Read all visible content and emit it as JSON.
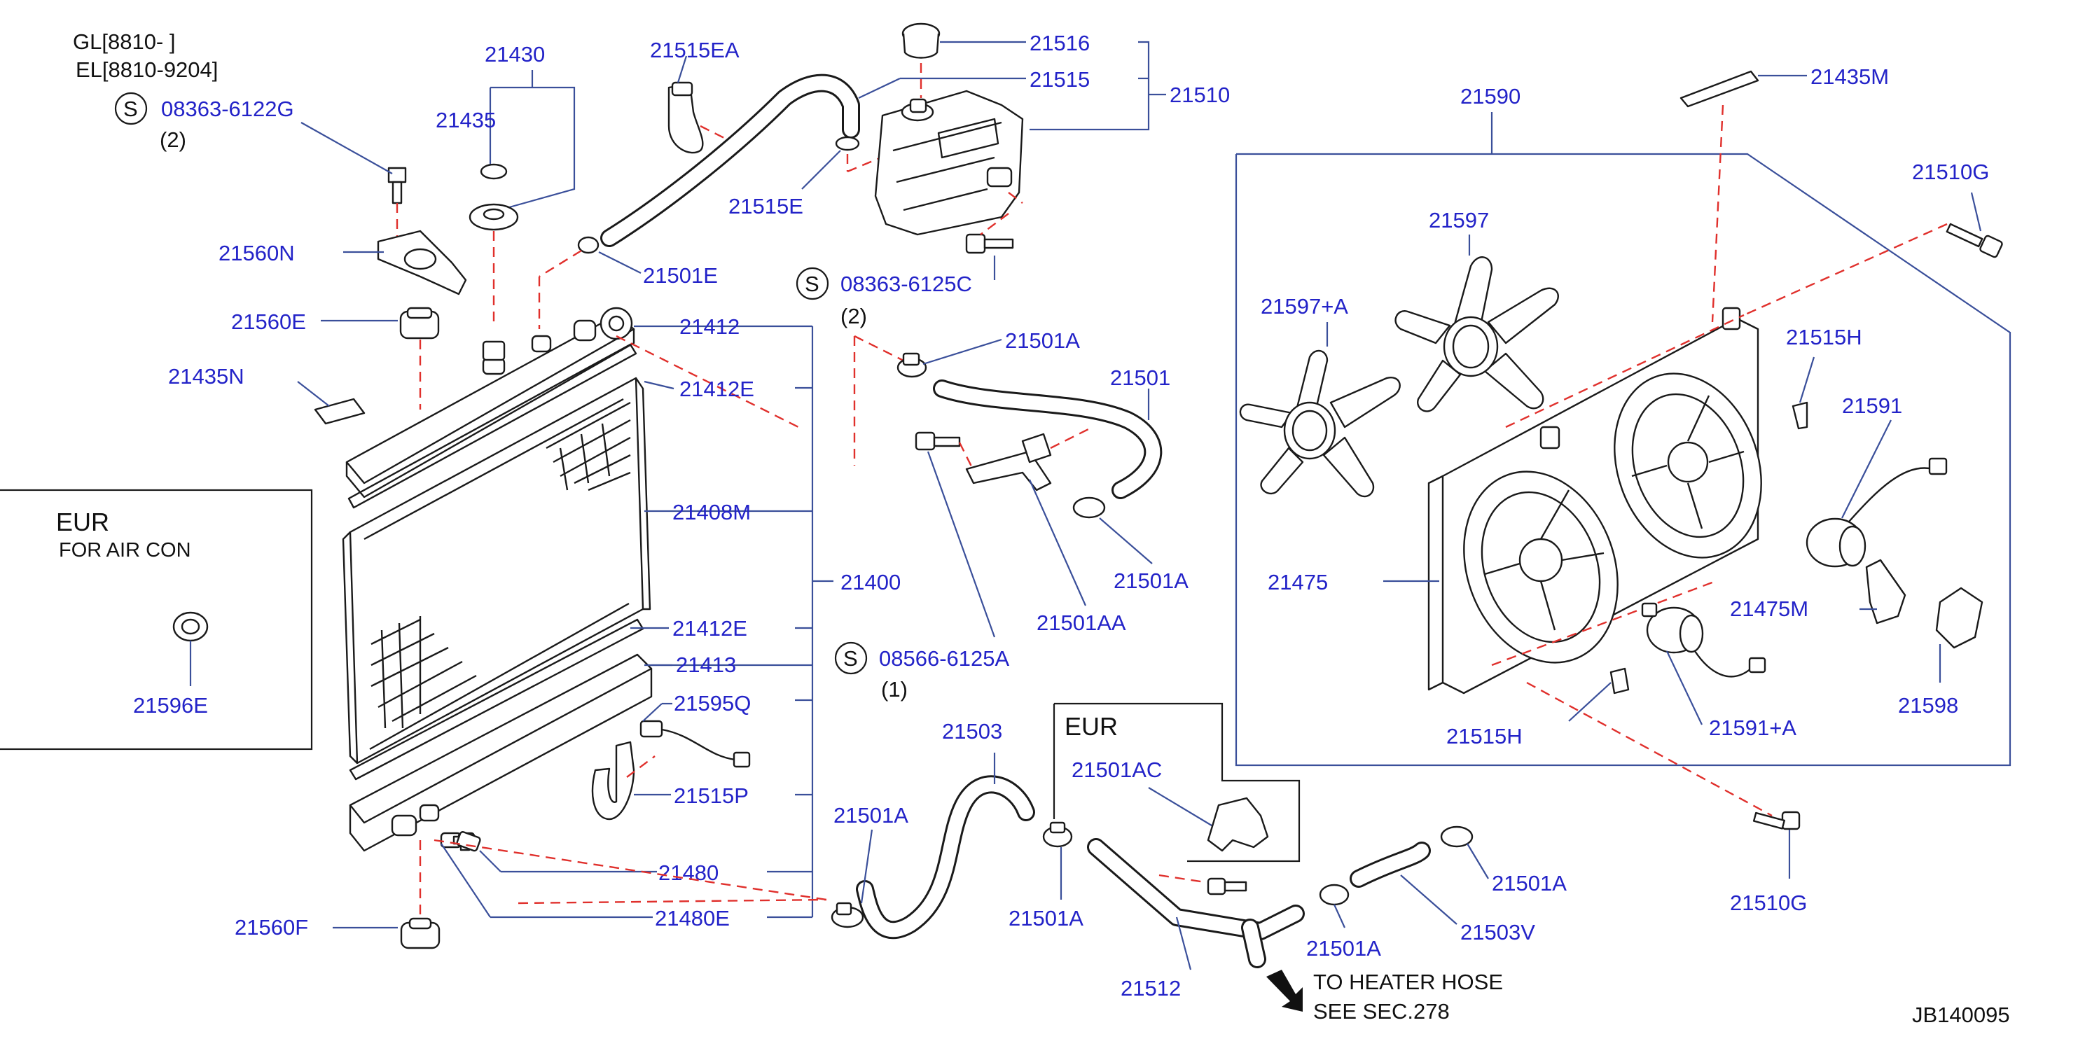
{
  "header": {
    "gl_line": "GL[8810-                    ]",
    "el_line": "EL[8810-9204]"
  },
  "symbol_s": "S",
  "screws": {
    "s1": {
      "part": "08363-6122G",
      "qty": "(2)"
    },
    "s2": {
      "part": "08363-6125C",
      "qty": "(2)"
    },
    "s3": {
      "part": "08566-6125A",
      "qty": "(1)"
    }
  },
  "eur_box_left": {
    "title": "EUR",
    "subtitle": "FOR   AIR   CON",
    "part": "21596E"
  },
  "eur_box_mid": {
    "title": "EUR",
    "part": "21501AC"
  },
  "parts": {
    "p21430": "21430",
    "p21435": "21435",
    "p21560N": "21560N",
    "p21560E": "21560E",
    "p21435N": "21435N",
    "p21515EA": "21515EA",
    "p21516": "21516",
    "p21515": "21515",
    "p21510": "21510",
    "p21515E": "21515E",
    "p21501E": "21501E",
    "p21412": "21412",
    "p21412E_top": "21412E",
    "p21408M": "21408M",
    "p21400": "21400",
    "p21412E_bot": "21412E",
    "p21413": "21413",
    "p21595Q": "21595Q",
    "p21515P": "21515P",
    "p21480": "21480",
    "p21480E": "21480E",
    "p21560F": "21560F",
    "p21501A_1": "21501A",
    "p21501": "21501",
    "p21501A_2": "21501A",
    "p21501AA": "21501AA",
    "p21503": "21503",
    "p21501A_3": "21501A",
    "p21501A_4": "21501A",
    "p21512": "21512",
    "p21501A_5": "21501A",
    "p21503V": "21503V",
    "p21501A_6": "21501A",
    "p21590": "21590",
    "p21435M": "21435M",
    "p21510G_top": "21510G",
    "p21597": "21597",
    "p21597A": "21597+A",
    "p21515H_top": "21515H",
    "p21591": "21591",
    "p21475": "21475",
    "p21475M": "21475M",
    "p21598": "21598",
    "p21515H_bot": "21515H",
    "p21591A": "21591+A",
    "p21510G_bot": "21510G"
  },
  "note": {
    "line1": "TO   HEATER   HOSE",
    "line2": "SEE   SEC.278"
  },
  "diagram_id": "JB140095",
  "colors": {
    "part_number": "#2323c8",
    "leader_line": "#3a4f9a",
    "dashed_line": "#e0302c",
    "drawing": "#1a1a1a"
  }
}
